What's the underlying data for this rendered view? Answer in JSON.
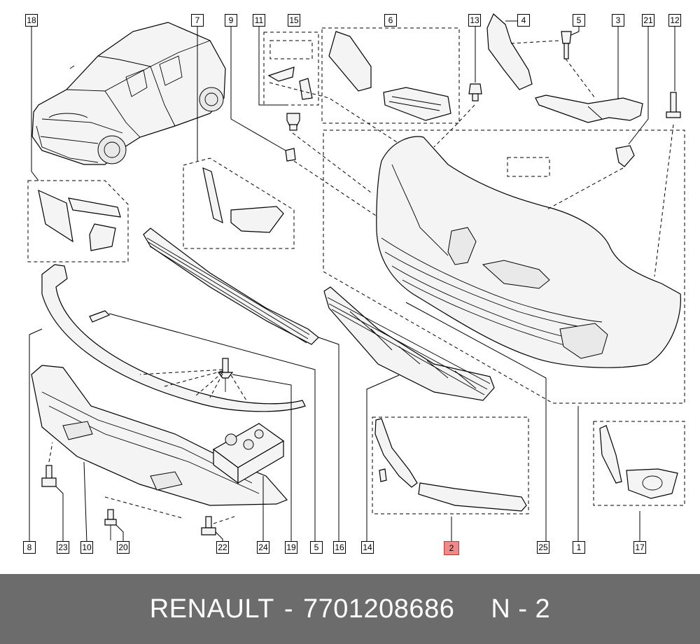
{
  "callouts": [
    {
      "num": "18",
      "highlight": false
    },
    {
      "num": "7",
      "highlight": false
    },
    {
      "num": "9",
      "highlight": false
    },
    {
      "num": "11",
      "highlight": false
    },
    {
      "num": "15",
      "highlight": false
    },
    {
      "num": "6",
      "highlight": false
    },
    {
      "num": "13",
      "highlight": false
    },
    {
      "num": "4",
      "highlight": false
    },
    {
      "num": "5",
      "highlight": false
    },
    {
      "num": "3",
      "highlight": false
    },
    {
      "num": "21",
      "highlight": false
    },
    {
      "num": "12",
      "highlight": false
    },
    {
      "num": "8",
      "highlight": false
    },
    {
      "num": "23",
      "highlight": false
    },
    {
      "num": "10",
      "highlight": false
    },
    {
      "num": "20",
      "highlight": false
    },
    {
      "num": "22",
      "highlight": false
    },
    {
      "num": "24",
      "highlight": false
    },
    {
      "num": "19",
      "highlight": false
    },
    {
      "num": "5",
      "highlight": false
    },
    {
      "num": "16",
      "highlight": false
    },
    {
      "num": "14",
      "highlight": false
    },
    {
      "num": "2",
      "highlight": true
    },
    {
      "num": "25",
      "highlight": false
    },
    {
      "num": "1",
      "highlight": false
    },
    {
      "num": "17",
      "highlight": false
    }
  ],
  "footer": {
    "brand": "RENAULT",
    "dash": "-",
    "part_number": "7701208686",
    "position": "N - 2"
  },
  "colors": {
    "footer_bg": "#6c6c6c",
    "highlight": "#f08a8a"
  }
}
